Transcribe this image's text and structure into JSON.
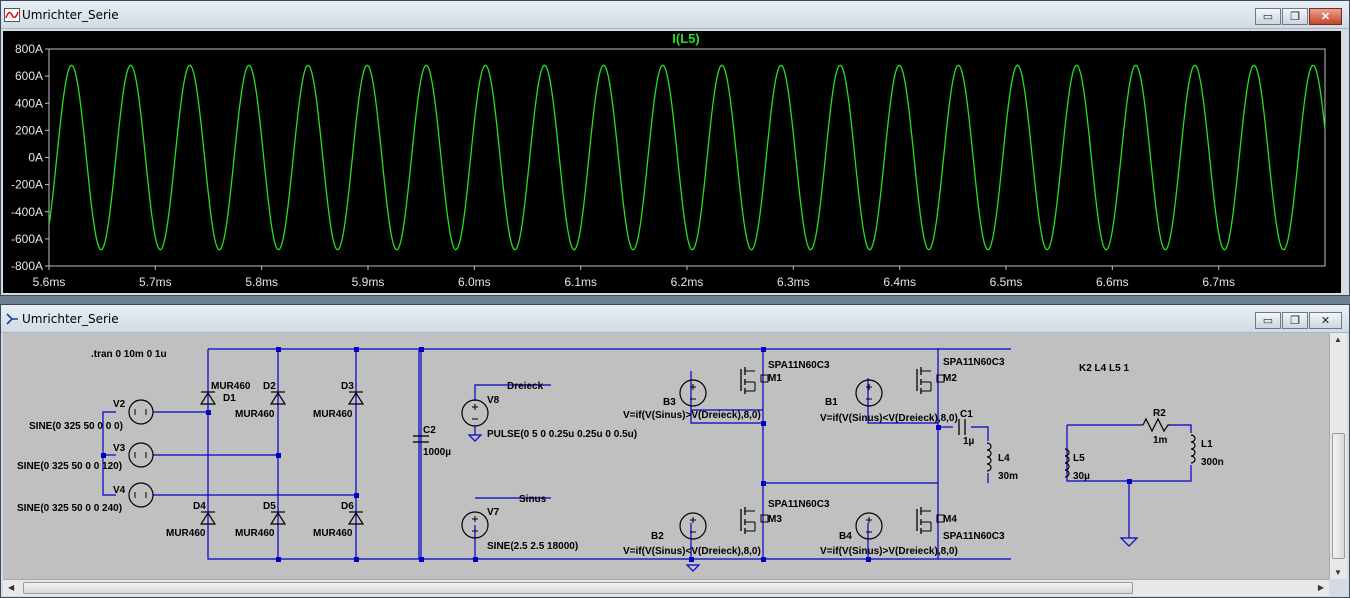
{
  "plot_window": {
    "title": "Umrichter_Serie",
    "buttons": {
      "minimize": "▭",
      "maximize": "❐",
      "close": "✕"
    }
  },
  "schematic_window": {
    "title": "Umrichter_Serie",
    "buttons": {
      "minimize": "▭",
      "maximize": "❐",
      "close": "✕"
    }
  },
  "chart_data": {
    "type": "line",
    "title": "I(L5)",
    "xlabel": "",
    "ylabel": "",
    "xlim": [
      5.6,
      6.8
    ],
    "ylim": [
      -800,
      800
    ],
    "x_ticks": [
      "5.6ms",
      "5.7ms",
      "5.8ms",
      "5.9ms",
      "6.0ms",
      "6.1ms",
      "6.2ms",
      "6.3ms",
      "6.4ms",
      "6.5ms",
      "6.6ms",
      "6.7ms"
    ],
    "y_ticks": [
      "800A",
      "600A",
      "400A",
      "200A",
      "0A",
      "-200A",
      "-400A",
      "-600A",
      "-800A"
    ],
    "series": [
      {
        "name": "I(L5)",
        "color": "#22e022",
        "amplitude_A": 680,
        "frequency_Hz": 18000,
        "start_value_A": -500,
        "description_period_ms": 0.0556
      }
    ],
    "grid": false
  },
  "schematic": {
    "directive_tran": ".tran 0 10m 0 1u",
    "directive_k": "K2 L4 L5 1",
    "sources": [
      {
        "name": "V2",
        "value": "SINE(0 325 50 0 0 0)"
      },
      {
        "name": "V3",
        "value": "SINE(0 325 50 0 0 120)"
      },
      {
        "name": "V4",
        "value": "SINE(0 325 50 0 0 240)"
      },
      {
        "name": "V8",
        "value": "PULSE(0 5 0 0.25u 0.25u 0 0.5u)",
        "net": "Dreieck"
      },
      {
        "name": "V7",
        "value": "SINE(2.5 2.5 18000)",
        "net": "Sinus"
      }
    ],
    "diodes": [
      {
        "name": "D1",
        "model": "MUR460"
      },
      {
        "name": "D2",
        "model": "MUR460"
      },
      {
        "name": "D3",
        "model": "MUR460"
      },
      {
        "name": "D4",
        "model": "MUR460"
      },
      {
        "name": "D5",
        "model": "MUR460"
      },
      {
        "name": "D6",
        "model": "MUR460"
      }
    ],
    "capacitors": [
      {
        "name": "C2",
        "value": "1000µ"
      },
      {
        "name": "C1",
        "value": "1µ"
      }
    ],
    "mosfets": [
      {
        "name": "M1",
        "model": "SPA11N60C3"
      },
      {
        "name": "M2",
        "model": "SPA11N60C3"
      },
      {
        "name": "M3",
        "model": "SPA11N60C3"
      },
      {
        "name": "M4",
        "model": "SPA11N60C3"
      }
    ],
    "behavioral": [
      {
        "name": "B3",
        "expr": "V=if(V(Sinus)>V(Dreieck),8,0)"
      },
      {
        "name": "B1",
        "expr": "V=if(V(Sinus)<V(Dreieck),8,0)"
      },
      {
        "name": "B2",
        "expr": "V=if(V(Sinus)<V(Dreieck),8,0)"
      },
      {
        "name": "B4",
        "expr": "V=if(V(Sinus)>V(Dreieck),8,0)"
      }
    ],
    "inductors": [
      {
        "name": "L4",
        "value": "30m"
      },
      {
        "name": "L5",
        "value": "30µ"
      },
      {
        "name": "L1",
        "value": "300n"
      }
    ],
    "resistors": [
      {
        "name": "R2",
        "value": "1m"
      }
    ]
  },
  "colors": {
    "plot_bg": "#000000",
    "trace": "#22e022",
    "axis_text": "#e6e6e6",
    "wire": "#0000c8",
    "schem_bg": "#c0c0c0"
  }
}
